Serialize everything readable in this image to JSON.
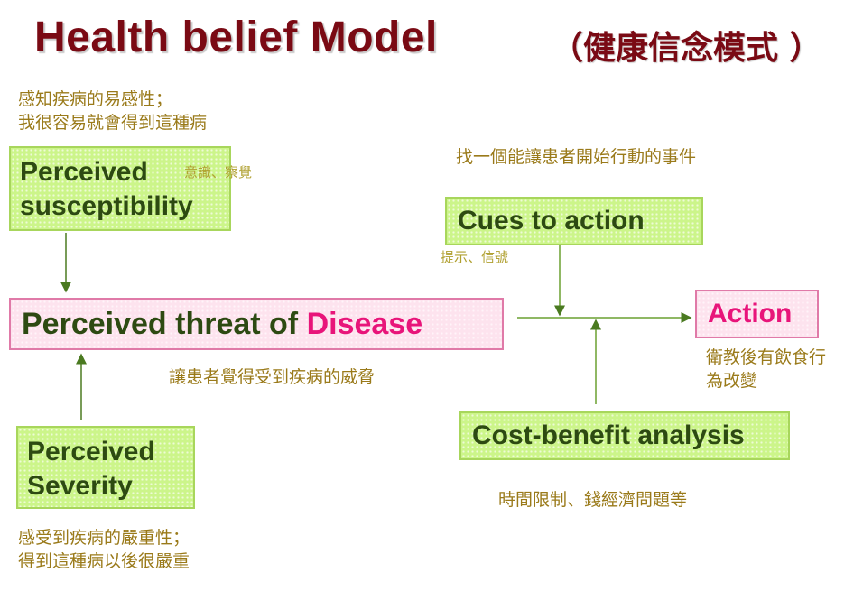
{
  "title": "Health belief Model",
  "title_cn": "（健康信念模式 ）",
  "susceptibility": {
    "label_line1": "Perceived",
    "label_line2": "susceptibility",
    "note_line1": "感知疾病的易感性；",
    "note_line2": "我很容易就會得到這種病",
    "side_note": "意識、察覺"
  },
  "threat": {
    "label_part1": "Perceived threat of ",
    "label_part2": "Disease",
    "note": "讓患者覺得受到疾病的威脅"
  },
  "severity": {
    "label_line1": "Perceived",
    "label_line2": "Severity",
    "note_line1": "感受到疾病的嚴重性；",
    "note_line2": "得到這種病以後很嚴重"
  },
  "cues": {
    "label": "Cues to action",
    "note": "找一個能讓患者開始行動的事件",
    "side_note": "提示、信號"
  },
  "action": {
    "label": "Action",
    "note_line1": "衛教後有飲食行",
    "note_line2": "為改變"
  },
  "cost_benefit": {
    "label": "Cost-benefit analysis",
    "note": "時間限制、錢經濟問題等"
  },
  "colors": {
    "title": "#7a0a14",
    "box_fill": "#ccf58a",
    "box_text": "#2d4a12",
    "pink_text": "#e8157a",
    "note_text": "#9a7a1a"
  }
}
